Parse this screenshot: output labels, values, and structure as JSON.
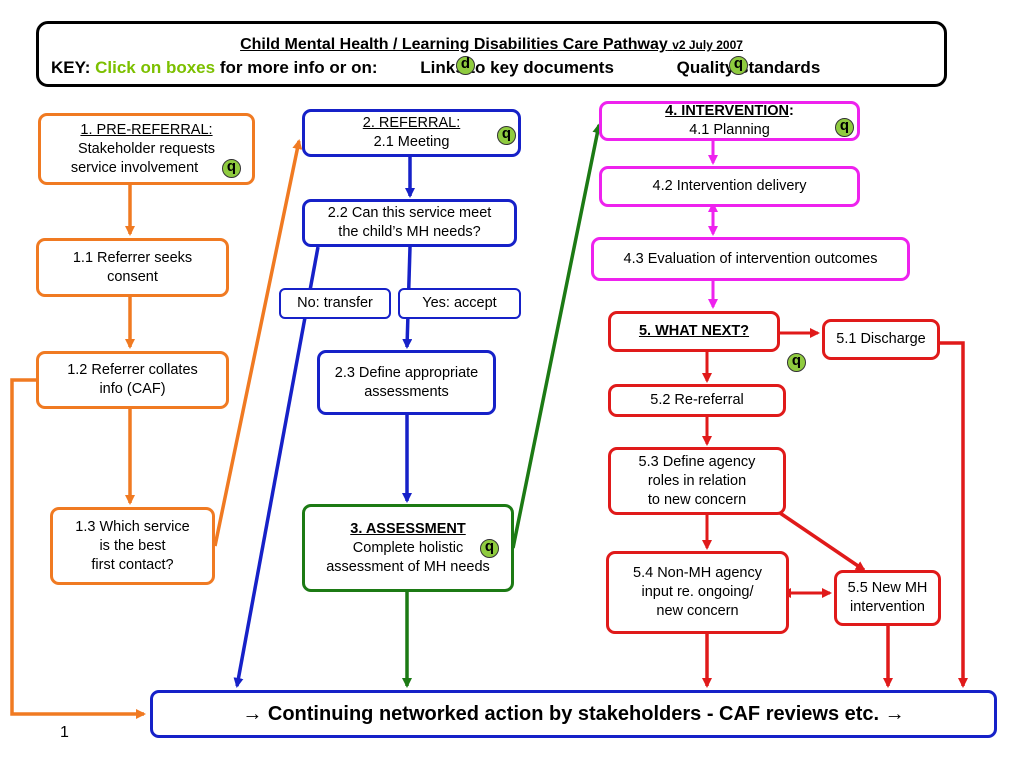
{
  "header": {
    "title": "Child Mental Health / Learning Disabilities Care Pathway",
    "version": "v2 July 2007",
    "key_label": "KEY:",
    "key_click": "Click on boxes",
    "key_middle": "for more info or on:",
    "key_links": "Links to key documents",
    "key_quality": "Quality standards",
    "badge_d": "d",
    "badge_q": "q"
  },
  "nodes": {
    "pre_referral": {
      "heading": "1. PRE-REFERRAL:",
      "line1": "Stakeholder requests",
      "line2": "service involvement"
    },
    "n1_1": {
      "line1": "1.1 Referrer seeks",
      "line2": "consent"
    },
    "n1_2": {
      "line1": "1.2 Referrer collates",
      "line2": "info (CAF)"
    },
    "n1_3": {
      "line1": "1.3 Which service",
      "line2": "is the best",
      "line3": "first contact?"
    },
    "referral": {
      "heading": "2. REFERRAL:",
      "line1": "2.1 Meeting"
    },
    "n2_2": {
      "line1": "2.2 Can this service meet",
      "line2": "the child’s MH needs?"
    },
    "no_transfer": {
      "label": "No: transfer"
    },
    "yes_accept": {
      "label": "Yes: accept"
    },
    "n2_3": {
      "line1": "2.3 Define appropriate",
      "line2": "assessments"
    },
    "assessment": {
      "heading": "3. ASSESSMENT",
      "line1": "Complete holistic",
      "line2": "assessment of MH needs"
    },
    "intervention": {
      "heading": "4. INTERVENTION",
      "heading_suffix": ":",
      "line1": "4.1 Planning"
    },
    "n4_2": {
      "label": "4.2 Intervention delivery"
    },
    "n4_3": {
      "label": "4.3 Evaluation of intervention outcomes"
    },
    "what_next": {
      "heading": "5. WHAT NEXT?"
    },
    "n5_1": {
      "label": "5.1 Discharge"
    },
    "n5_2": {
      "label": "5.2 Re-referral"
    },
    "n5_3": {
      "line1": "5.3 Define agency",
      "line2": "roles in relation",
      "line3": "to new concern"
    },
    "n5_4": {
      "line1": "5.4 Non-MH agency",
      "line2": "input re. ongoing/",
      "line3": "new concern"
    },
    "n5_5": {
      "line1": "5.5 New MH",
      "line2": "intervention"
    }
  },
  "badge_letter": "q",
  "bottom_bar": "→ Continuing networked action by stakeholders - CAF reviews etc. →",
  "page_number": "1",
  "colors": {
    "orange": "#F07A22",
    "blue": "#1621C8",
    "green": "#1C7A14",
    "magenta": "#EE22EE",
    "red": "#E01A1A",
    "badge": "#8FCB3F",
    "click_text": "#7CC000"
  }
}
